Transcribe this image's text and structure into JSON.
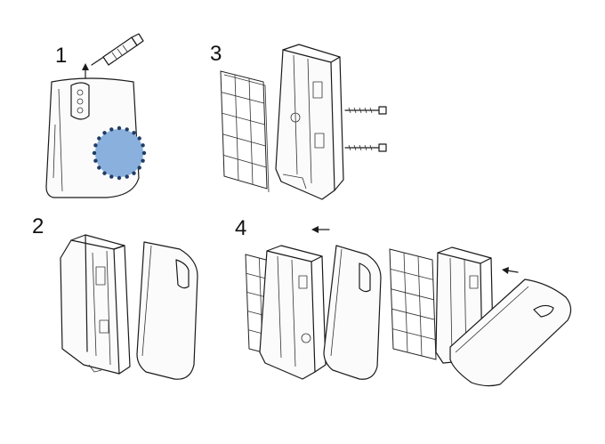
{
  "steps": [
    {
      "number": "1"
    },
    {
      "number": "2"
    },
    {
      "number": "3"
    },
    {
      "number": "4"
    }
  ],
  "colors": {
    "line": "#1a1a1a",
    "highlight_fill": "#8ab0de",
    "highlight_dots": "#1f3d66",
    "background": "#ffffff"
  },
  "icons": [
    "screwdriver-icon",
    "arrow-up-icon",
    "arrow-left-icon",
    "screw-icon"
  ]
}
